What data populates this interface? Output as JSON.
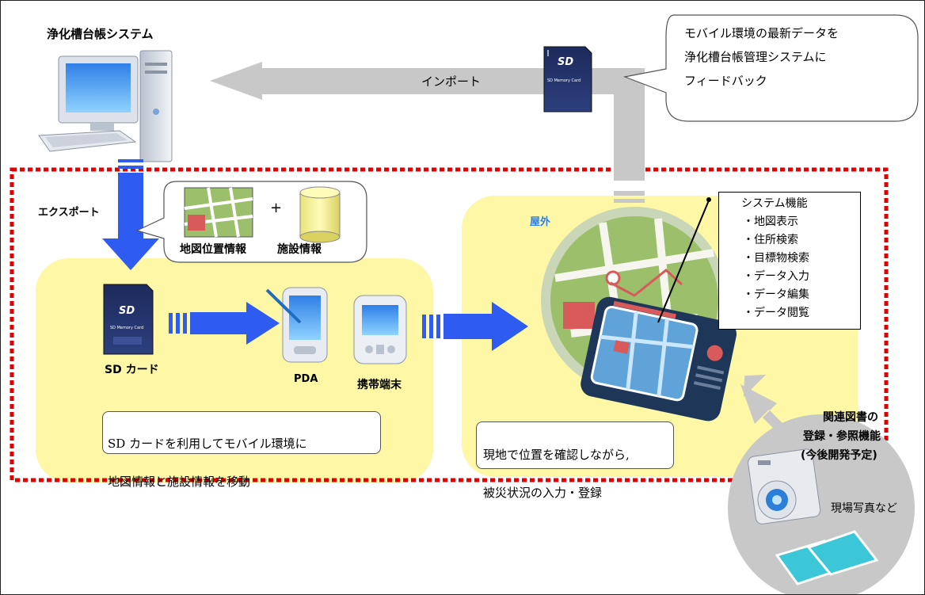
{
  "system_title": "浄化槽台帳システム",
  "import_label": "インポート",
  "export_label": "エクスポート",
  "feedback_bubble": {
    "line1": "モバイル環境の最新データを",
    "line2": "浄化槽台帳管理システムに",
    "line3": "フィードバック"
  },
  "data_bubble": {
    "plus": "+",
    "map_info_label": "地図位置情報",
    "facility_info_label": "施設情報"
  },
  "sd_card_text": {
    "brand": "SD",
    "line": "SD Memory Card"
  },
  "sd_card_label": "SD カード",
  "pda_label": "PDA",
  "mobile_label": "携帯端末",
  "left_note": {
    "line1": "SD カードを利用してモバイル環境に",
    "line2": "地図情報と施設情報を移動"
  },
  "outdoor_label": "屋外",
  "right_note": {
    "line1": "現地で位置を確認しながら,",
    "line2": "被災状況の入力・登録"
  },
  "functions": {
    "title": "システム機能",
    "items": [
      "・地図表示",
      "・住所検索",
      "・目標物検索",
      "・データ入力",
      "・データ編集",
      "・データ閲覧"
    ]
  },
  "related_docs": {
    "line1": "関連図書の",
    "line2": "登録・参照機能",
    "line3": "(今後開発予定)"
  },
  "photo_label": "現場写真など",
  "colors": {
    "arrow_blue": "#2f5cf0",
    "arrow_gray": "#c8c8c8",
    "dotted_red": "#e00000",
    "panel_yellow": "#fdf7a6",
    "map_green": "#9cbf6b",
    "map_red": "#d85a5a",
    "device_navy": "#1e3658",
    "photo_cyan": "#3cc7d8"
  },
  "icons": [
    "desktop-pc-icon",
    "sd-card-icon",
    "pda-icon",
    "mobile-phone-icon",
    "map-thumbnail-icon",
    "database-cylinder-icon",
    "handheld-map-device-icon",
    "camera-icon",
    "photo-prints-icon"
  ]
}
